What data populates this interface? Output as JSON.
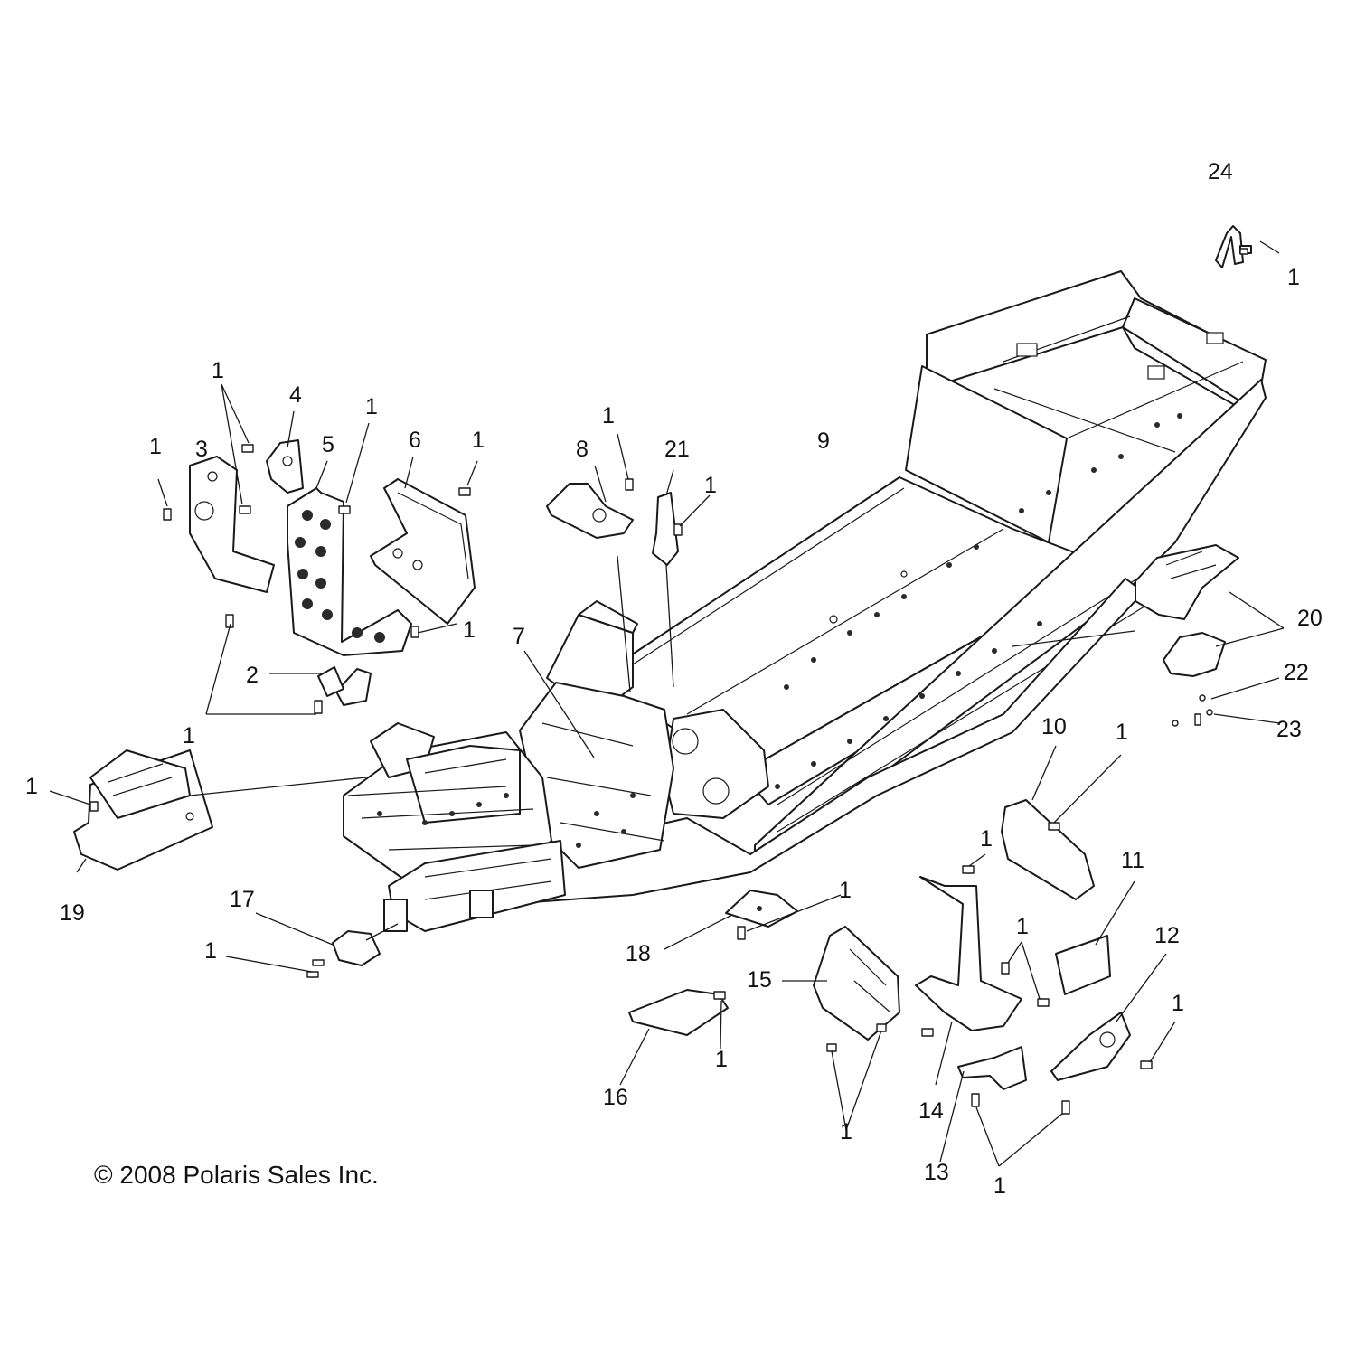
{
  "copyright": "© 2008 Polaris Sales Inc.",
  "callouts": {
    "c1": "1",
    "c2": "2",
    "c3": "3",
    "c4": "4",
    "c5": "5",
    "c6": "6",
    "c7": "7",
    "c8": "8",
    "c9": "9",
    "c10": "10",
    "c11": "11",
    "c12": "12",
    "c13": "13",
    "c14": "14",
    "c15": "15",
    "c16": "16",
    "c17": "17",
    "c18": "18",
    "c19": "19",
    "c20": "20",
    "c21": "21",
    "c22": "22",
    "c23": "23",
    "c24": "24"
  }
}
